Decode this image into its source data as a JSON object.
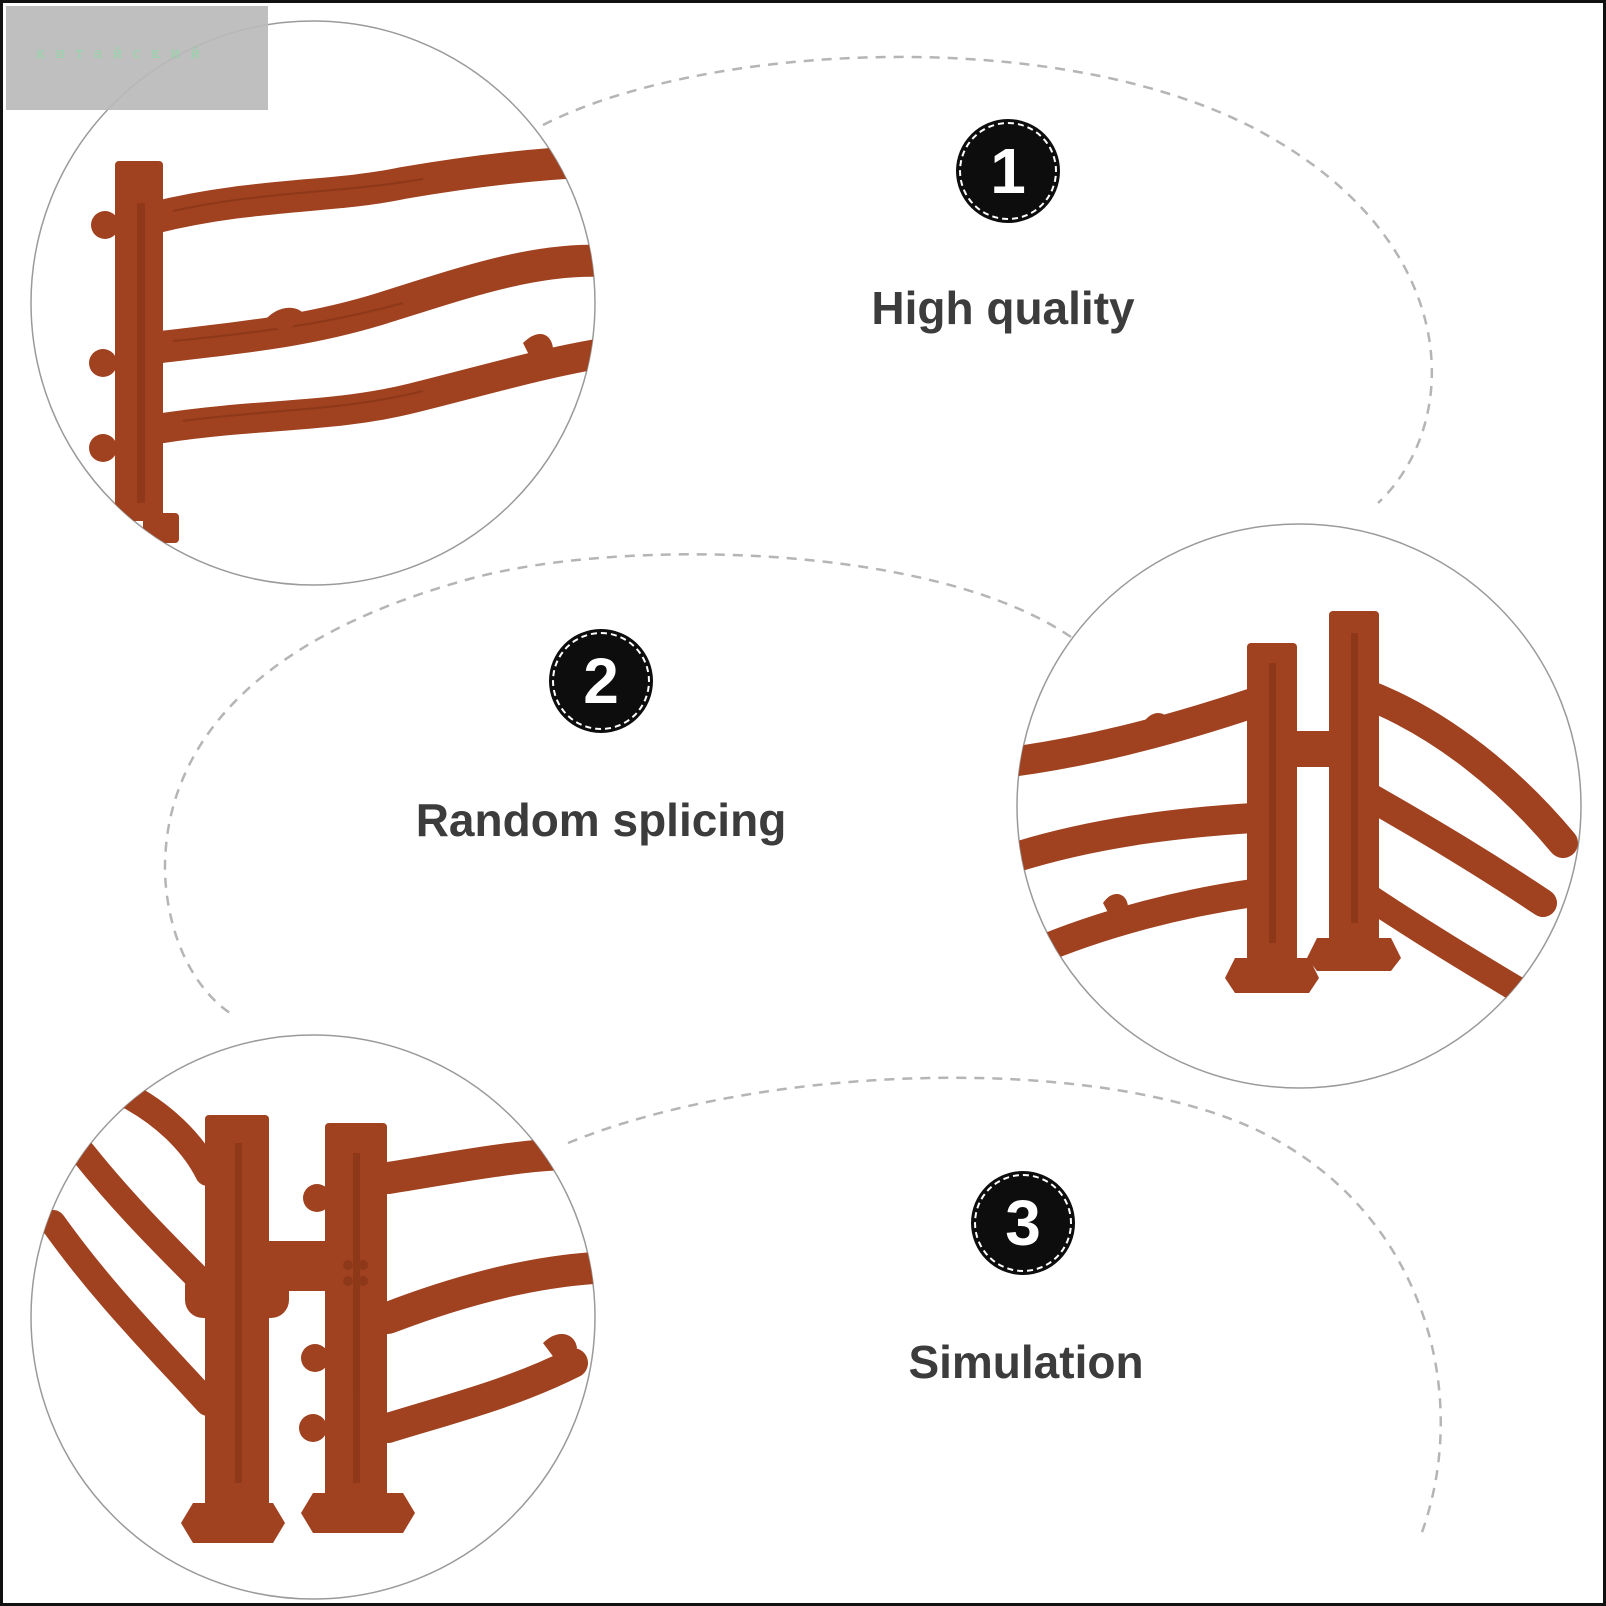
{
  "watermark": {
    "text": "китайский"
  },
  "features": [
    {
      "number": "1",
      "label": "High quality"
    },
    {
      "number": "2",
      "label": "Random splicing"
    },
    {
      "number": "3",
      "label": "Simulation"
    }
  ],
  "colors": {
    "fence": "#a0411f",
    "fence_dark": "#7a2f15",
    "badge": "#0d0d0d",
    "label_text": "#3c3c3c",
    "dashed_line": "#b5b5b5"
  }
}
